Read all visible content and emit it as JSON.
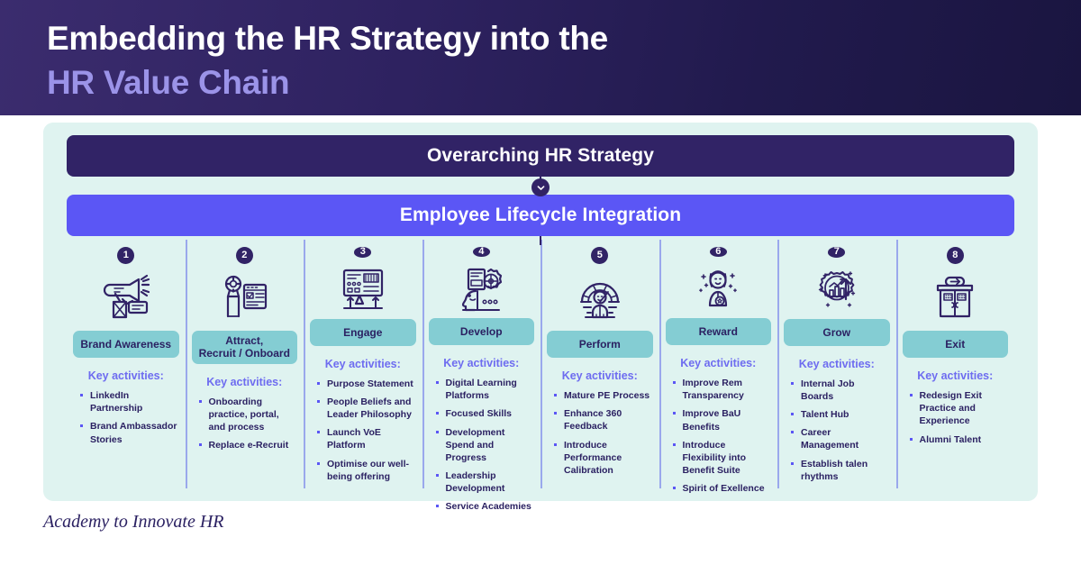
{
  "header": {
    "title_line1": "Embedding the HR Strategy into the",
    "title_line2": "HR Value Chain",
    "gradient_from": "#3b2c6e",
    "gradient_to": "#1a1540"
  },
  "banners": {
    "strategy": {
      "label": "Overarching HR Strategy",
      "color": "#312366"
    },
    "lifecycle": {
      "label": "Employee Lifecycle Integration",
      "color": "#5b56f5"
    },
    "connector_icon": "chevron-down-icon"
  },
  "panel": {
    "background": "#dff3f0",
    "divider_color": "#9aa8ec"
  },
  "key_activities_label": "Key activities:",
  "theme": {
    "pill_bg": "#84cdd3",
    "pill_text": "#2b2162",
    "badge_bg": "#312366",
    "accent_indigo": "#6e6cf0",
    "icon_stroke": "#312366"
  },
  "columns": [
    {
      "number": "1",
      "icon": "megaphone-icon",
      "stage": "Brand Awareness",
      "activities": [
        "LinkedIn Partnership",
        "Brand Ambassador Stories"
      ]
    },
    {
      "number": "2",
      "icon": "recruit-profile-form-icon",
      "stage": "Attract,\nRecruit / Onboard",
      "activities": [
        "Onboarding practice, portal, and process",
        "Replace e-Recruit"
      ]
    },
    {
      "number": "3",
      "icon": "dashboard-engage-icon",
      "stage": "Engage",
      "activities": [
        "Purpose Statement",
        "People Beliefs and Leader Philosophy",
        "Launch VoE Platform",
        "Optimise our well-being offering"
      ]
    },
    {
      "number": "4",
      "icon": "head-learning-gear-icon",
      "stage": "Develop",
      "activities": [
        "Digital Learning Platforms",
        "Focused Skills",
        "Development Spend and Progress",
        "Leadership Development",
        "Service Academies"
      ]
    },
    {
      "number": "5",
      "icon": "performance-gauge-person-icon",
      "stage": "Perform",
      "activities": [
        "Mature PE Process",
        "Enhance 360 Feedback",
        "Introduce Performance Calibration"
      ]
    },
    {
      "number": "6",
      "icon": "reward-person-medal-icon",
      "stage": "Reward",
      "activities": [
        "Improve Rem Transparency",
        "Improve BaU Benefits",
        "Introduce Flexibility into Benefit Suite",
        "Spirit of Exellence"
      ]
    },
    {
      "number": "7",
      "icon": "growth-gear-arrow-icon",
      "stage": "Grow",
      "activities": [
        "Internal Job Boards",
        "Talent Hub",
        "Career Management",
        "Establish talen rhythms"
      ]
    },
    {
      "number": "8",
      "icon": "exit-doors-icon",
      "stage": "Exit",
      "activities": [
        "Redesign Exit Practice and Experience",
        "Alumni Talent"
      ]
    }
  ],
  "footer": {
    "brand": "Academy to Innovate HR"
  }
}
